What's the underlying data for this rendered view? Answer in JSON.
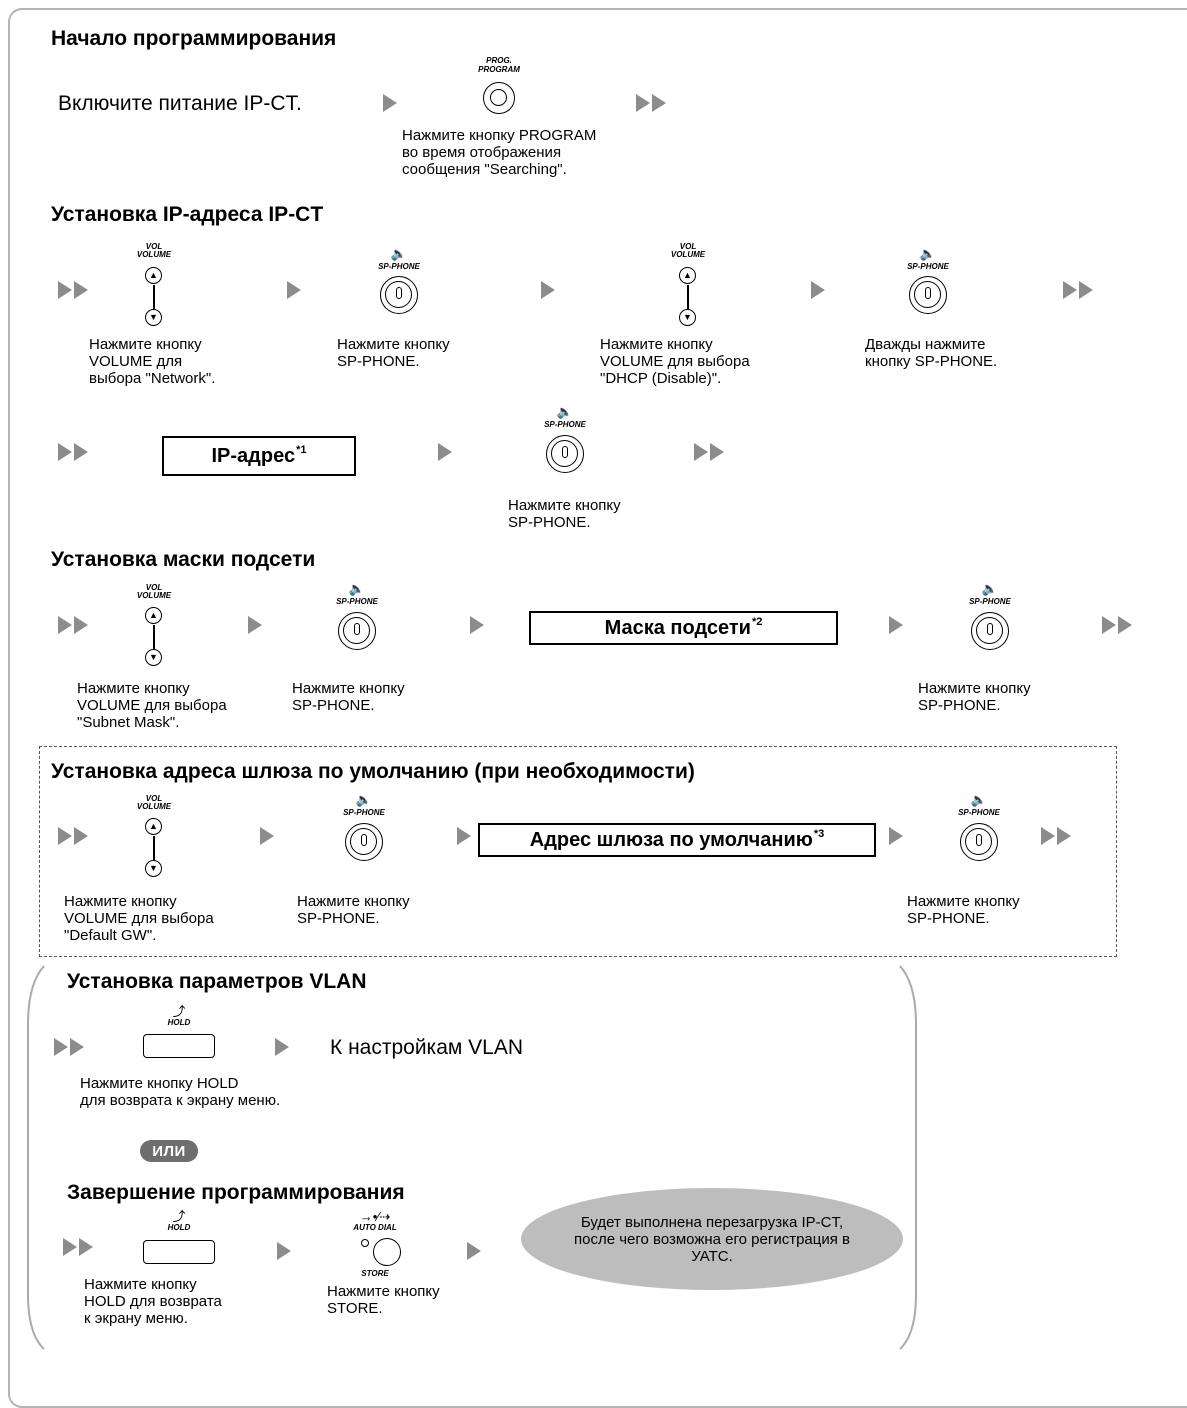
{
  "sections": {
    "start": "Начало программирования",
    "ip": "Установка IP-адреса IP-CT",
    "mask": "Установка маски подсети",
    "gateway": "Установка адреса шлюза по умолчанию (при необходимости)",
    "vlan": "Установка параметров VLAN",
    "finish": "Завершение программирования"
  },
  "text": {
    "power_on": "Включите питание IP-CT.",
    "press_program": "Нажмите кнопку PROGRAM\nво время отображения\nсообщения \"Searching\".",
    "vol_network": "Нажмите кнопку\n VOLUME для\nвыбора \"Network\".",
    "press_sp": "Нажмите кнопку\nSP-PHONE.",
    "vol_dhcp": "Нажмите кнопку\nVOLUME для выбора\n\"DHCP (Disable)\".",
    "twice_sp": "Дважды нажмите\nкнопку SP-PHONE.",
    "vol_subnet": "Нажмите кнопку\nVOLUME для выбора\n\"Subnet Mask\".",
    "vol_gw": "Нажмите кнопку\nVOLUME для выбора\n\"Default GW\".",
    "to_vlan": "К настройкам VLAN",
    "hold_menu_1": "Нажмите кнопку HOLD\nдля возврата к экрану меню.",
    "hold_menu_2": "Нажмите кнопку\nHOLD для возврата\nк экрану меню.",
    "press_store": "Нажмите кнопку\nSTORE.",
    "reboot": "Будет выполнена перезагрузка IP-CT, после чего возможна его регистрация в УАТС.",
    "or": "ИЛИ"
  },
  "boxes": {
    "ip": {
      "label": "IP-адрес",
      "note": "*1"
    },
    "mask": {
      "label": "Маска подсети",
      "note": "*2"
    },
    "gateway": {
      "label": "Адрес шлюза по умолчанию",
      "note": "*3"
    }
  },
  "keys": {
    "prog_small": "PROG.",
    "prog": "PROGRAM",
    "vol_small": "VOL",
    "vol": "VOLUME",
    "sp": "SP-PHONE",
    "hold": "HOLD",
    "auto_dial": "AUTO DIAL",
    "store": "STORE"
  },
  "icons": {
    "speaker": "speaker-icon",
    "transfer": "hold-transfer-icon",
    "auto_dial": "auto-dial-arrow-icon"
  },
  "colors": {
    "arrow": "#8c8c8c",
    "or_badge": "#6e6e6e",
    "oval": "#bdbdbd",
    "frame": "#b4b4b4"
  }
}
